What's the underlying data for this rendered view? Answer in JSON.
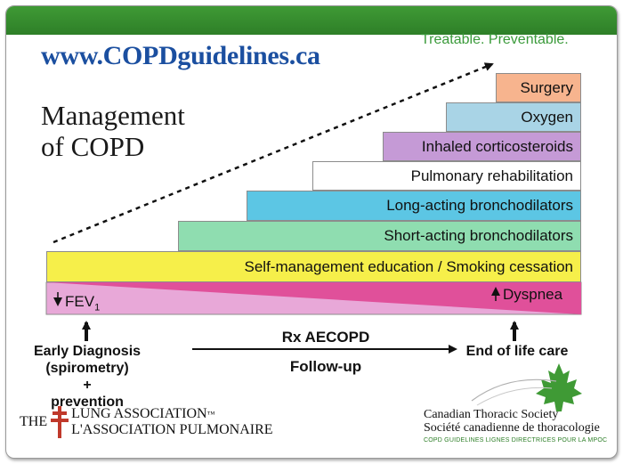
{
  "header": {
    "url": "www.COPDguidelines.ca",
    "tagline": "Treatable. Preventable.",
    "title_line1": "Management",
    "title_line2": "of COPD"
  },
  "steps": [
    {
      "label": "Surgery",
      "color": "#f7b48e"
    },
    {
      "label": "Oxygen",
      "color": "#a9d4e6"
    },
    {
      "label": "Inhaled corticosteroids",
      "color": "#c59ad6"
    },
    {
      "label": "Pulmonary rehabilitation",
      "color": "#ffffff"
    },
    {
      "label": "Long-acting bronchodilators",
      "color": "#5cc6e4"
    },
    {
      "label": "Short-acting bronchodilators",
      "color": "#8fddb0"
    },
    {
      "label": "Self-management education / Smoking cessation",
      "color": "#f6ef4a"
    }
  ],
  "disease": {
    "fev_label": "FEV",
    "fev_sub": "1",
    "dyspnea_label": "Dyspnea",
    "upper_color": "#e0509a",
    "lower_color": "#e8a8d8"
  },
  "timeline": {
    "early_line1": "Early Diagnosis",
    "early_line2": "(spirometry) +",
    "early_line3": "prevention",
    "middle_top": "Rx AECOPD",
    "middle_bottom": "Follow-up",
    "end": "End of life care"
  },
  "footer": {
    "lung_the": "THE",
    "lung_line1": "LUNG ASSOCIATION",
    "lung_tm": "™",
    "lung_line2": "L'ASSOCIATION PULMONAIRE",
    "cts_line1": "Canadian Thoracic Society",
    "cts_line2": "Société canadienne de thoracologie",
    "cts_line3": "COPD GUIDELINES   LIGNES DIRECTRICES POUR LA MPOC"
  },
  "colors": {
    "topbar": "#2e7f28",
    "url": "#1b4fa0",
    "tagline": "#3a9a3a",
    "cross": "#c0392b"
  }
}
